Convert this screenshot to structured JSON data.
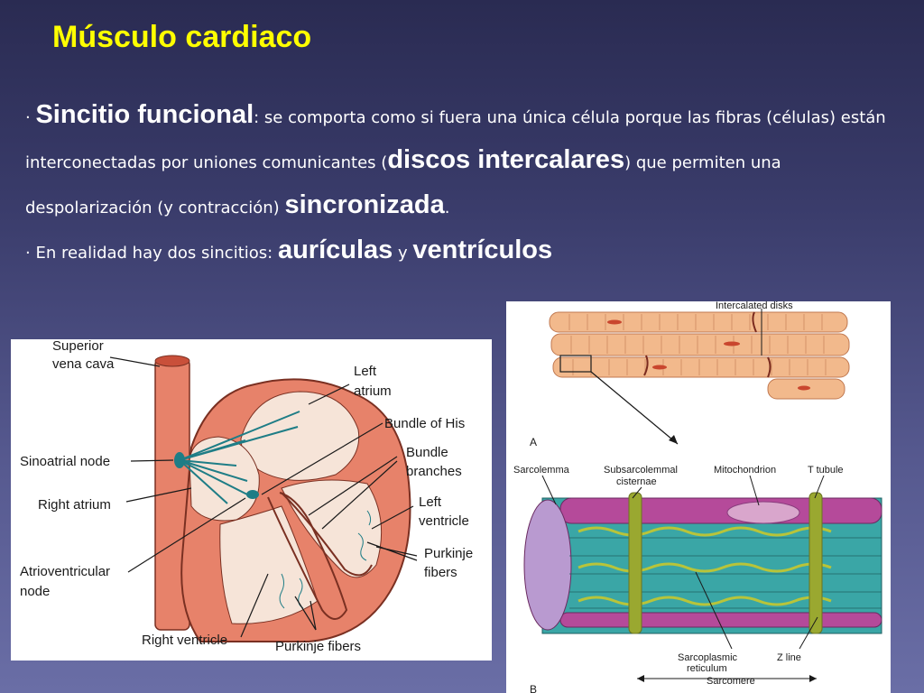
{
  "slide": {
    "title": "Músculo cardiaco",
    "bullet1": {
      "marker": "·",
      "term": "Sincitio funcional",
      "text_a": ": se comporta como si fuera una única célula porque las fibras (células) están interconectadas por uniones comunicantes (",
      "term2": "discos intercalares",
      "text_b": ") que permiten una despolarización (y contracción) ",
      "term3": "sincronizada",
      "text_c": "."
    },
    "bullet2": {
      "marker": "·",
      "text_a": " En realidad hay dos sincitios: ",
      "term1": "aurículas",
      "text_b": " y ",
      "term2": "ventrículos"
    }
  },
  "heart_figure": {
    "labels": {
      "superior_vena_cava_1": "Superior",
      "superior_vena_cava_2": "vena cava",
      "left_atrium_1": "Left",
      "left_atrium_2": "atrium",
      "bundle_of_his": "Bundle of His",
      "bundle_branches_1": "Bundle",
      "bundle_branches_2": "branches",
      "sinoatrial_node": "Sinoatrial node",
      "right_atrium": "Right atrium",
      "left_ventricle_1": "Left",
      "left_ventricle_2": "ventricle",
      "purkinje_right_1": "Purkinje",
      "purkinje_right_2": "fibers",
      "av_node_1": "Atrioventricular",
      "av_node_2": "node",
      "right_ventricle": "Right ventricle",
      "purkinje_bottom": "Purkinje fibers"
    },
    "colors": {
      "wall": "#e7826a",
      "chamber": "#f6e4d8",
      "conduction": "#1e7d86",
      "outline": "#7a3022"
    }
  },
  "muscle_figure": {
    "labels": {
      "intercalated_disks": "Intercalated disks",
      "panel_a": "A",
      "sarcolemma": "Sarcolemma",
      "subsarcolemmal_1": "Subsarcolemmal",
      "subsarcolemmal_2": "cisternae",
      "mitochondrion": "Mitochondrion",
      "t_tubule": "T tubule",
      "sarcoplasmic_1": "Sarcoplasmic",
      "sarcoplasmic_2": "reticulum",
      "z_line": "Z line",
      "sarcomere": "Sarcomere",
      "panel_b": "B"
    },
    "colors": {
      "fiber": "#f2b98c",
      "myofibril": "#3aa6a6",
      "reticulum": "#b8c43a",
      "sarcolemma": "#a04c9e",
      "mito": "#d9a6cc"
    }
  }
}
